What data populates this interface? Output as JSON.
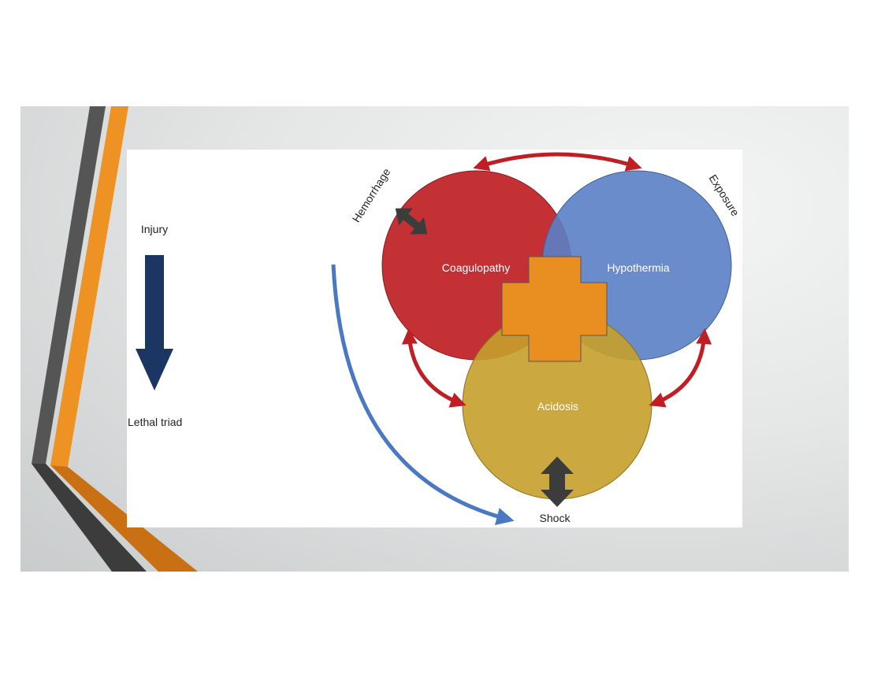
{
  "diagram": {
    "labels": {
      "injury": "Injury",
      "lethal_triad": "Lethal triad",
      "coagulopathy": "Coagulopathy",
      "hypothermia": "Hypothermia",
      "acidosis": "Acidosis",
      "hemorrhage": "Hemorrhage",
      "exposure": "Exposure",
      "shock": "Shock"
    },
    "colors": {
      "coagulopathy": "#c0262a",
      "hypothermia": "#5b7fc4",
      "acidosis": "#c7a02b",
      "cross": "#e98f22",
      "cycle_arrow": "#bf1e24",
      "injury_arrow": "#1c3664",
      "shock_curve": "#4a78c2",
      "double_arrow": "#3c3c3c",
      "stripe_orange": "#ee9224",
      "stripe_gray": "#555555"
    }
  }
}
